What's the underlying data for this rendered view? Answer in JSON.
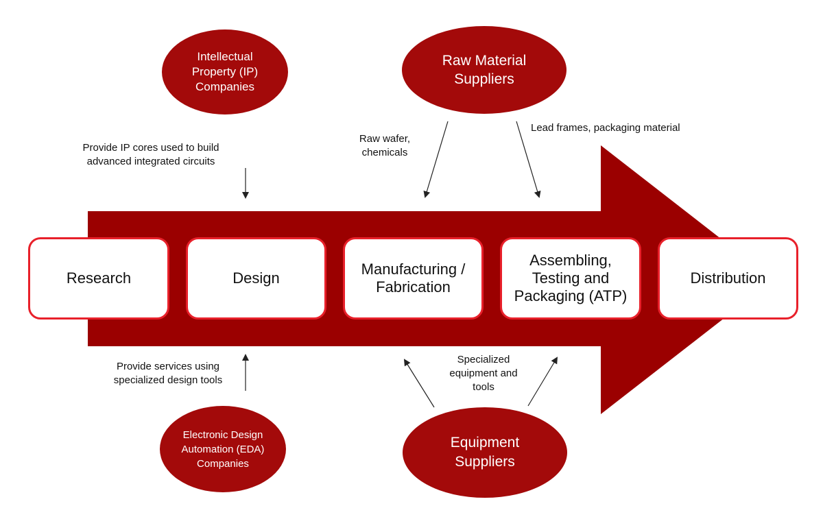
{
  "colors": {
    "arrow_fill": "#9b0000",
    "ellipse_fill": "#a30a0a",
    "stage_border": "#e8202a",
    "connector": "#222222"
  },
  "stages": [
    {
      "label": "Research"
    },
    {
      "label": "Design"
    },
    {
      "label": "Manufacturing /\nFabrication"
    },
    {
      "label": "Assembling,\nTesting and\nPackaging (ATP)"
    },
    {
      "label": "Distribution"
    }
  ],
  "suppliers": {
    "ip": {
      "label": "Intellectual\nProperty (IP)\nCompanies"
    },
    "raw_material": {
      "label": "Raw Material\nSuppliers"
    },
    "eda": {
      "label": "Electronic Design\nAutomation (EDA)\nCompanies"
    },
    "equipment": {
      "label": "Equipment\nSuppliers"
    }
  },
  "annotations": {
    "ip_cores": "Provide IP cores used to build\nadvanced integrated circuits",
    "raw_wafer": "Raw wafer,\nchemicals",
    "lead_frames": "Lead frames, packaging material",
    "eda_services": "Provide services using\nspecialized design tools",
    "equipment_tools": "Specialized\nequipment and\ntools"
  }
}
